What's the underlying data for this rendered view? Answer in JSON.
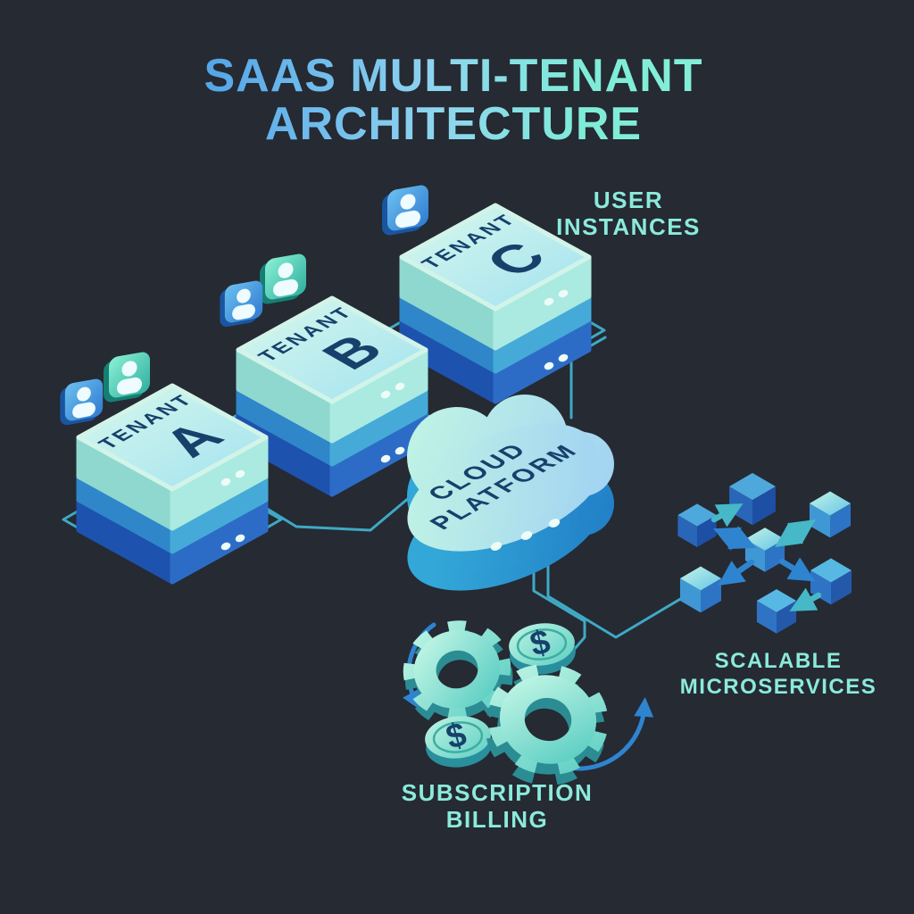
{
  "title": {
    "line1": "SAAS MULTI-TENANT",
    "line2": "ARCHITECTURE"
  },
  "cloud": {
    "line1": "CLOUD",
    "line2": "PLATFORM"
  },
  "tenants": {
    "a": {
      "prefix": "TENANT",
      "letter": "A"
    },
    "b": {
      "prefix": "TENANT",
      "letter": "B"
    },
    "c": {
      "prefix": "TENANT",
      "letter": "C"
    }
  },
  "labels": {
    "user_instances": {
      "line1": "USER",
      "line2": "INSTANCES"
    },
    "microservices": {
      "line1": "SCALABLE",
      "line2": "MICROSERVICES"
    },
    "billing": {
      "line1": "SUBSCRIPTION",
      "line2": "BILLING"
    }
  },
  "coins": {
    "symbol": "$"
  },
  "colors": {
    "background": "#252a33",
    "title_gradient_start": "#55a7e8",
    "title_gradient_end": "#83efd9",
    "label_mint": "#8beadb",
    "face_navy": "#17406b",
    "connector_teal": "#3fa9c4",
    "server_top_mint": "#cdf4e6",
    "server_mid_blue": "#2f86c8",
    "server_bottom_blue": "#1d52ae"
  }
}
